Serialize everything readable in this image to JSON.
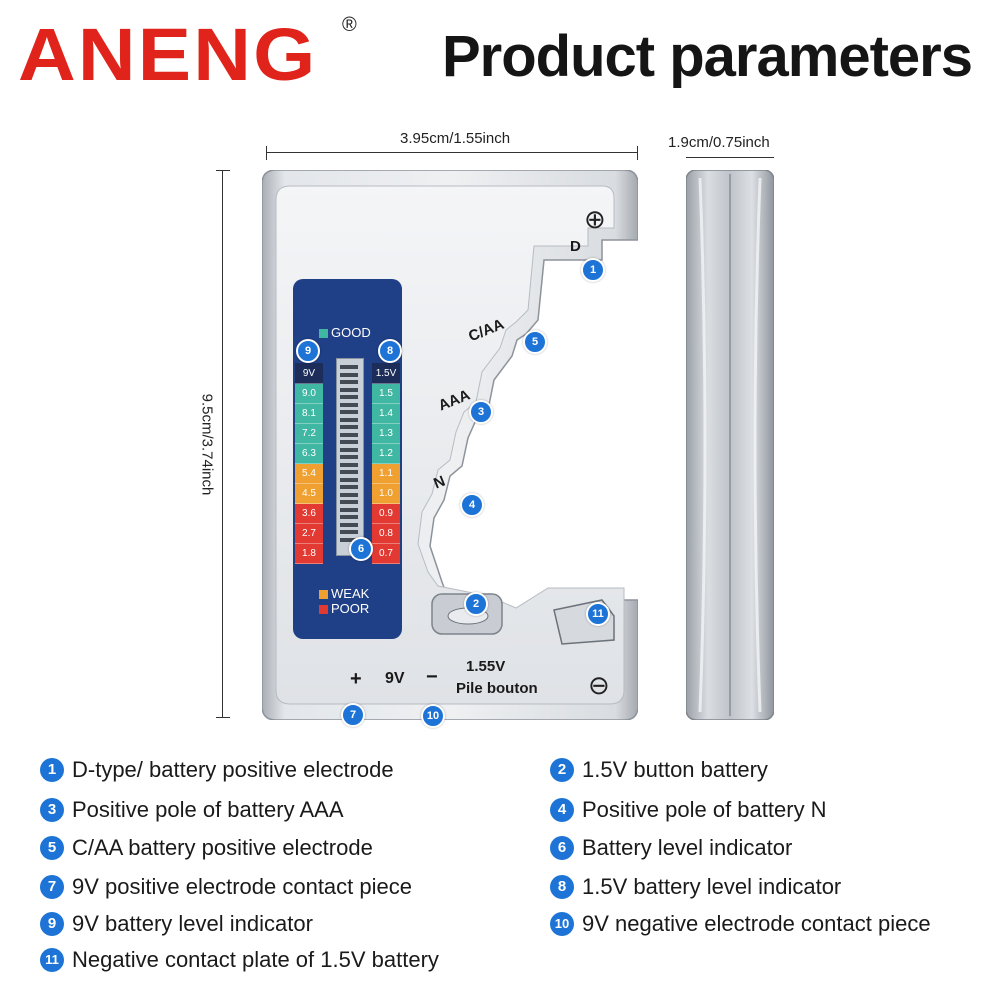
{
  "header": {
    "brand": "ANENG",
    "registered": "®",
    "title": "Product parameters"
  },
  "dimensions": {
    "width": "3.95cm/1.55inch",
    "thickness": "1.9cm/0.75inch",
    "height": "9.5cm/3.74inch"
  },
  "device": {
    "plus_symbol": "⊕",
    "minus_symbol": "⊖",
    "slot_labels": {
      "d": "D",
      "c_aa": "C/AA",
      "aaa": "AAA",
      "n": "N"
    },
    "bottom": {
      "plus": "+",
      "nine_v": "9V",
      "minus": "−",
      "button_voltage": "1.55V",
      "button_label": "Pile bouton"
    },
    "lcd": {
      "good_label": "GOOD",
      "weak_label": "WEAK",
      "poor_label": "POOR",
      "left_header": "9V",
      "right_header": "1.5V",
      "left_scale": [
        "9.0",
        "8.1",
        "7.2",
        "6.3",
        "5.4",
        "4.5",
        "3.6",
        "2.7",
        "1.8"
      ],
      "right_scale": [
        "1.5",
        "1.4",
        "1.3",
        "1.2",
        "1.1",
        "1.0",
        "0.9",
        "0.8",
        "0.7"
      ]
    },
    "callouts": [
      "1",
      "2",
      "3",
      "4",
      "5",
      "6",
      "7",
      "8",
      "9",
      "10",
      "11"
    ]
  },
  "colors": {
    "brand_red": "#e0231b",
    "badge_blue": "#1d74d6",
    "good_teal": "#3fb7a2",
    "weak_orange": "#f0a030",
    "poor_red": "#e23a33",
    "lcd_blue": "#1f3f86"
  },
  "legend": [
    {
      "num": "1",
      "text": "D-type/ battery positive electrode"
    },
    {
      "num": "2",
      "text": "1.5V button battery"
    },
    {
      "num": "3",
      "text": "Positive pole of battery AAA"
    },
    {
      "num": "4",
      "text": "Positive pole of battery N"
    },
    {
      "num": "5",
      "text": "C/AA battery positive electrode"
    },
    {
      "num": "6",
      "text": "Battery level indicator"
    },
    {
      "num": "7",
      "text": "9V positive electrode contact piece"
    },
    {
      "num": "8",
      "text": "1.5V battery level indicator"
    },
    {
      "num": "9",
      "text": "9V battery level indicator"
    },
    {
      "num": "10",
      "text": "9V negative electrode contact piece"
    },
    {
      "num": "11",
      "text": "Negative contact plate of 1.5V battery"
    }
  ]
}
